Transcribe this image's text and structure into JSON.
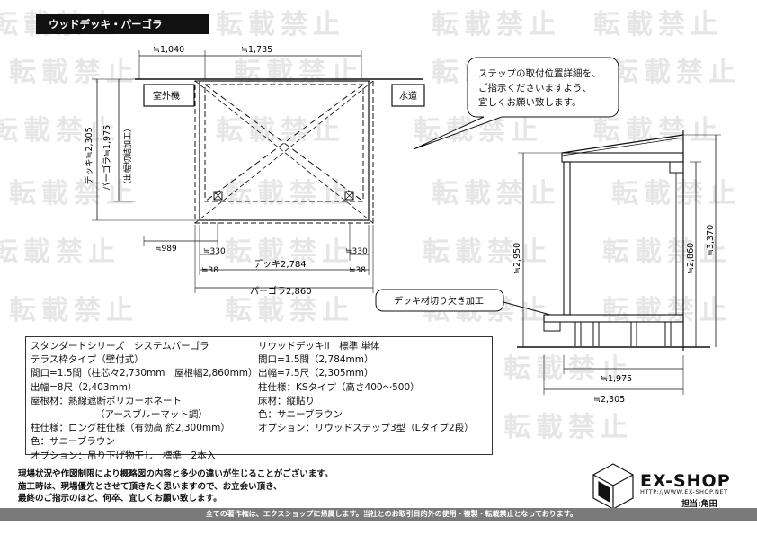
{
  "title": "ウッドデッキ・パーゴラ",
  "watermark": "転載禁止",
  "plan": {
    "outdoor_unit": "室外機",
    "water": "水道",
    "dim_top_left": "≒1,040",
    "dim_top_right": "≒1,735",
    "dim_side_deck": "デッキ≒2,305",
    "dim_side_pergola": "パーゴラ≒1,975",
    "dim_side_note": "（出幅切詰加工）",
    "dim_989": "≒989",
    "dim_330_left": "≒330",
    "dim_330_right": "≒330",
    "dim_38_left": "≒38",
    "dim_38_right": "≒38",
    "dim_deck": "デッキ2,784",
    "dim_pergola": "パーゴラ2,860"
  },
  "callout_step": [
    "ステップの取付位置詳細を、",
    "ご指示くださいますよう、",
    "宜しくお願い致します。"
  ],
  "callout_notch": "デッキ材切り欠き加工",
  "elevation": {
    "dim_2950": "≒2,950",
    "dim_2860": "≒2,860",
    "dim_3370": "≒3,370",
    "dim_1975": "≒1,975",
    "dim_2305": "≒2,305"
  },
  "spec_left": [
    "スタンダードシリーズ　システムパーゴラ",
    "テラス枠タイプ（壁付式）",
    "間口=1.5間（柱芯々2,730mm　屋根幅2,860mm）",
    "出幅=8尺（2,403mm）",
    "屋根材：熱線遮断ポリカーボネート",
    "（アースブルーマット調）",
    "柱仕様：ロング柱仕様（有効高 約2,300mm）",
    "色：サニーブラウン",
    "オプション：吊り下げ物干し　標準　2本入"
  ],
  "spec_right": [
    "リウッドデッキII　標準 単体",
    "間口=1.5間（2,784mm）",
    "出幅=7.5尺（2,305mm）",
    "柱仕様：KSタイプ（高さ400〜500）",
    "床材：縦貼り",
    "色：サニーブラウン",
    "オプション：リウッドステップ3型（Lタイプ2段）"
  ],
  "notes": [
    "現場状況や作図制限により概略図の内容と多少の違いが生じることがございます。",
    "施工時は、現場優先とさせて頂きたく思いますので、お立会い頂き、",
    "最終のご指示のほど、何卒、宜しくお願い致します。"
  ],
  "footer": "全ての著作権は、エクスショップに帰属します。当社とのお取引目的外の使用・複製・転載禁止となっております。",
  "brand": {
    "name": "EX-SHOP",
    "url": "HTTP://WWW.EX-SHOP.NET",
    "staff": "担当:角田"
  }
}
